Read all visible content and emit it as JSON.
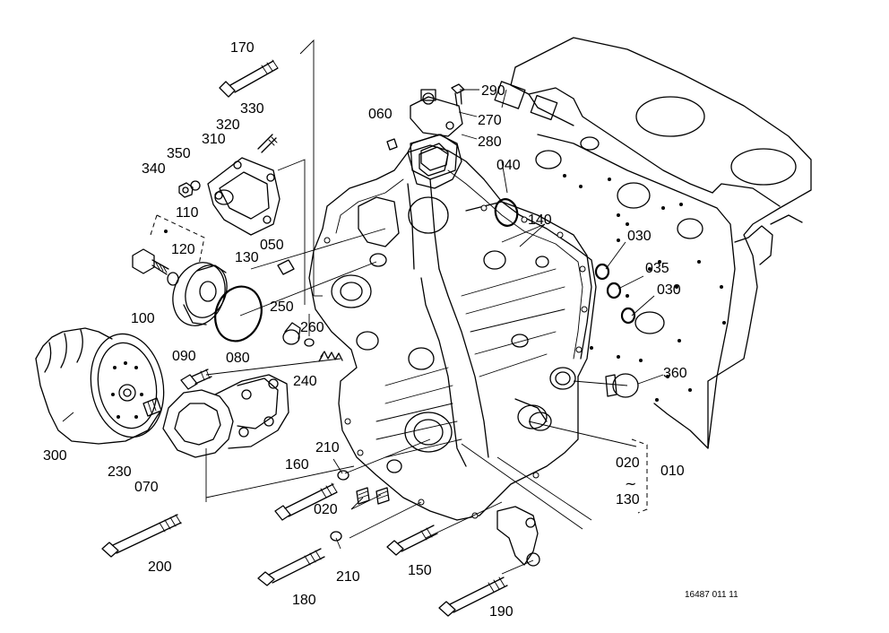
{
  "diagram": {
    "drawing_code": "16487 011 11",
    "range_separator": "~",
    "labels": {
      "p170": "170",
      "p330": "330",
      "p320": "320",
      "p310": "310",
      "p350": "350",
      "p340": "340",
      "p110": "110",
      "p120": "120",
      "p130a": "130",
      "p050": "050",
      "p100": "100",
      "p250": "250",
      "p260": "260",
      "p090": "090",
      "p080": "080",
      "p240": "240",
      "p300": "300",
      "p230": "230",
      "p070": "070",
      "p200": "200",
      "p060": "060",
      "p290": "290",
      "p270": "270",
      "p280": "280",
      "p040": "040",
      "p140": "140",
      "p030a": "030",
      "p035": "035",
      "p030b": "030",
      "p360": "360",
      "p020a": "020",
      "p130b": "130",
      "p010": "010",
      "p210a": "210",
      "p160": "160",
      "p020b": "020",
      "p210b": "210",
      "p150": "150",
      "p180": "180",
      "p190": "190"
    }
  }
}
